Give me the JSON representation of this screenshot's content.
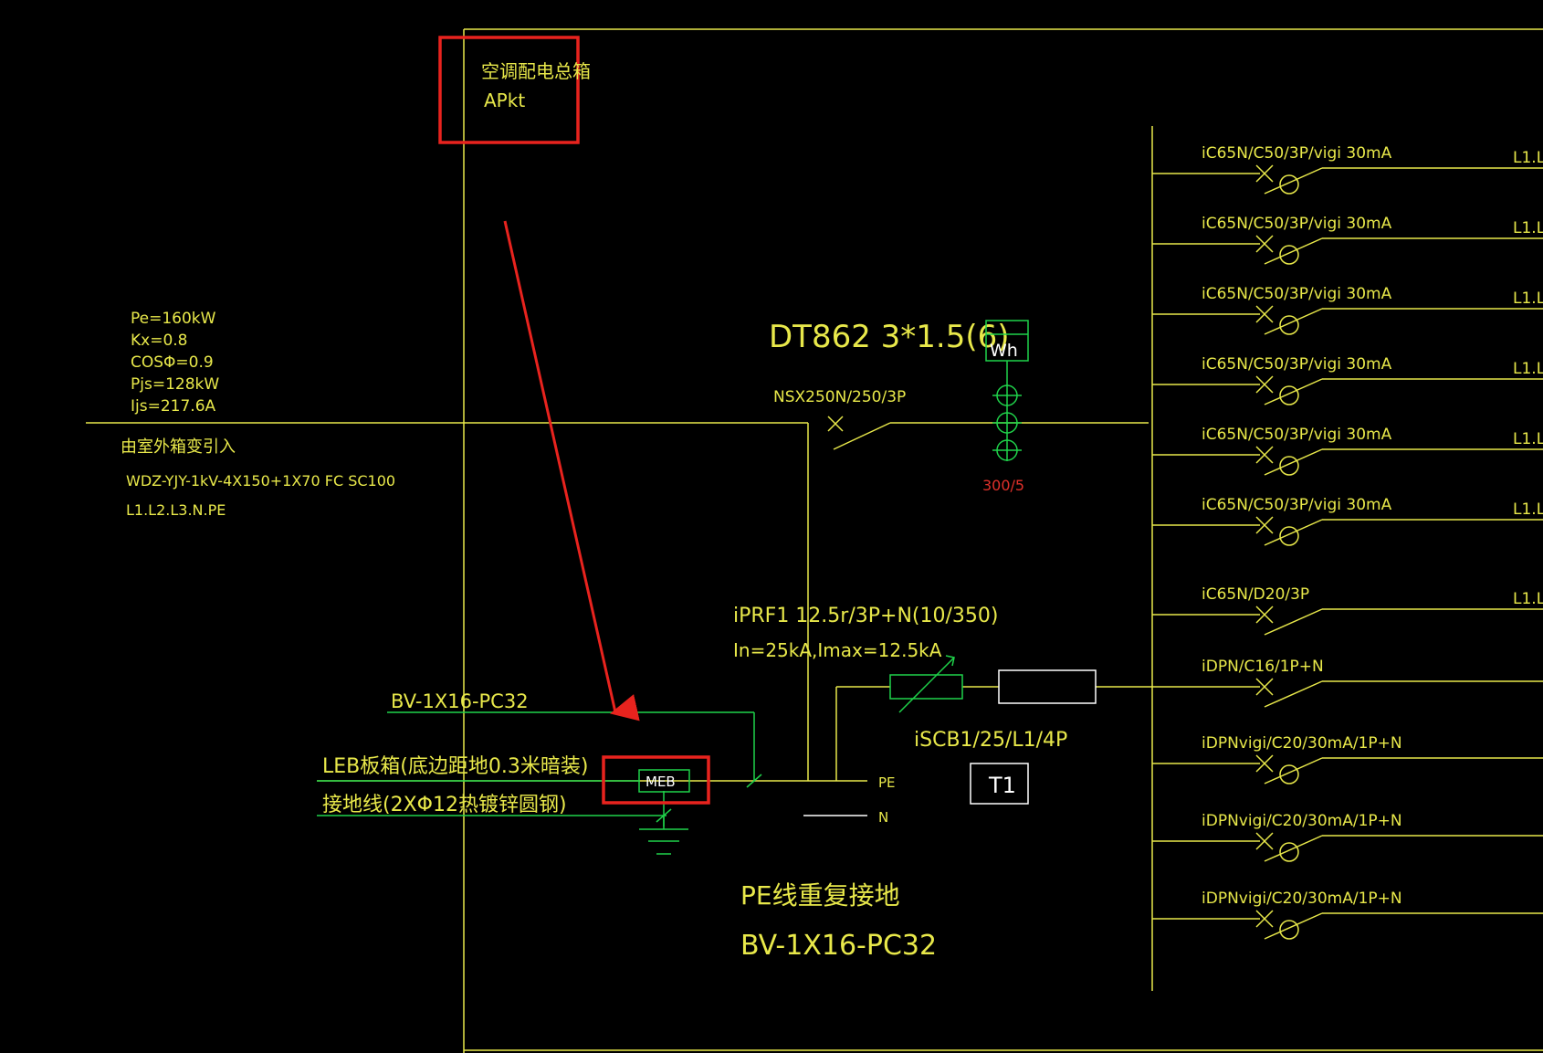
{
  "box": {
    "name_cn": "空调配电总箱",
    "code": "APkt"
  },
  "incoming": {
    "params": [
      "Pe=160kW",
      "Kx=0.8",
      "COSΦ=0.9",
      "Pjs=128kW",
      "Ijs=217.6A"
    ],
    "source": "由室外箱变引入",
    "cable": "WDZ-YJY-1kV-4X150+1X70  FC  SC100",
    "phases": "L1.L2.L3.N.PE"
  },
  "meter": {
    "model": "DT862  3*1.5(6)",
    "symbol": "Wh",
    "ct_ratio": "300/5"
  },
  "main_breaker": "NSX250N/250/3P",
  "spd": {
    "model": "iPRF1 12.5r/3P+N(10/350)",
    "rating": "In=25kA,Imax=12.5kA",
    "backup": "iSCB1/25/L1/4P",
    "tag": "T1"
  },
  "grounding": {
    "cable1": "BV-1X16-PC32",
    "leb": "LEB板箱(底边距地0.3米暗装)",
    "earth_wire": "接地线(2XΦ12热镀锌圆钢)",
    "meb": "MEB",
    "pe": "PE",
    "n": "N",
    "repeat_title": "PE线重复接地",
    "repeat_cable": "BV-1X16-PC32"
  },
  "outgoing": [
    {
      "breaker": "iC65N/C50/3P/vigi 30mA",
      "phase": "L1.L"
    },
    {
      "breaker": "iC65N/C50/3P/vigi 30mA",
      "phase": "L1.L"
    },
    {
      "breaker": "iC65N/C50/3P/vigi 30mA",
      "phase": "L1.L"
    },
    {
      "breaker": "iC65N/C50/3P/vigi 30mA",
      "phase": "L1.L"
    },
    {
      "breaker": "iC65N/C50/3P/vigi 30mA",
      "phase": "L1.L"
    },
    {
      "breaker": "iC65N/C50/3P/vigi 30mA",
      "phase": "L1.L"
    },
    {
      "breaker": "iC65N/D20/3P",
      "phase": "L1.L"
    },
    {
      "breaker": "iDPN/C16/1P+N",
      "phase": ""
    },
    {
      "breaker": "iDPNvigi/C20/30mA/1P+N",
      "phase": ""
    },
    {
      "breaker": "iDPNvigi/C20/30mA/1P+N",
      "phase": ""
    },
    {
      "breaker": "iDPNvigi/C20/30mA/1P+N",
      "phase": ""
    }
  ],
  "colors": {
    "line": "#e8e84a",
    "text": "#e8e84a",
    "ground": "#1fd24a",
    "highlight": "#e8231e",
    "white": "#ffffff",
    "ct_text": "#e0302a"
  }
}
